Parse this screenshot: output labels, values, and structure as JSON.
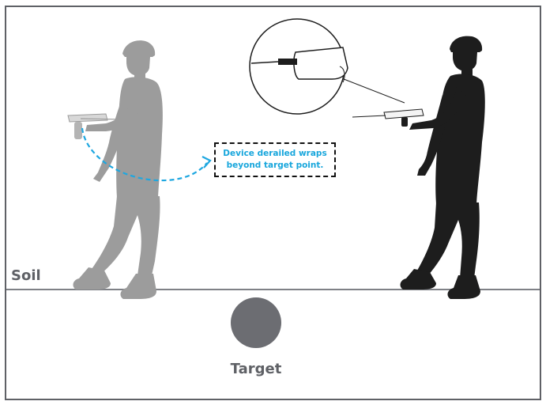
{
  "labels": {
    "soil": "Soil",
    "target": "Target"
  },
  "callout": {
    "line1": "Device derailed wraps",
    "line2": "beyond target point."
  },
  "colors": {
    "frame": "#5f6166",
    "ground_line": "#7f8186",
    "ghost_figure": "#9c9c9c",
    "operator_figure": "#1d1d1d",
    "target": "#6c6d72",
    "trajectory": "#1ea7e0",
    "label_text": "#5f6166"
  },
  "icons": {
    "ghost_operator": "person-silhouette-grey",
    "operator": "person-silhouette-black",
    "zoom": "magnifier-circle-detail",
    "target": "filled-circle",
    "trajectory": "dashed-curved-arrow"
  }
}
